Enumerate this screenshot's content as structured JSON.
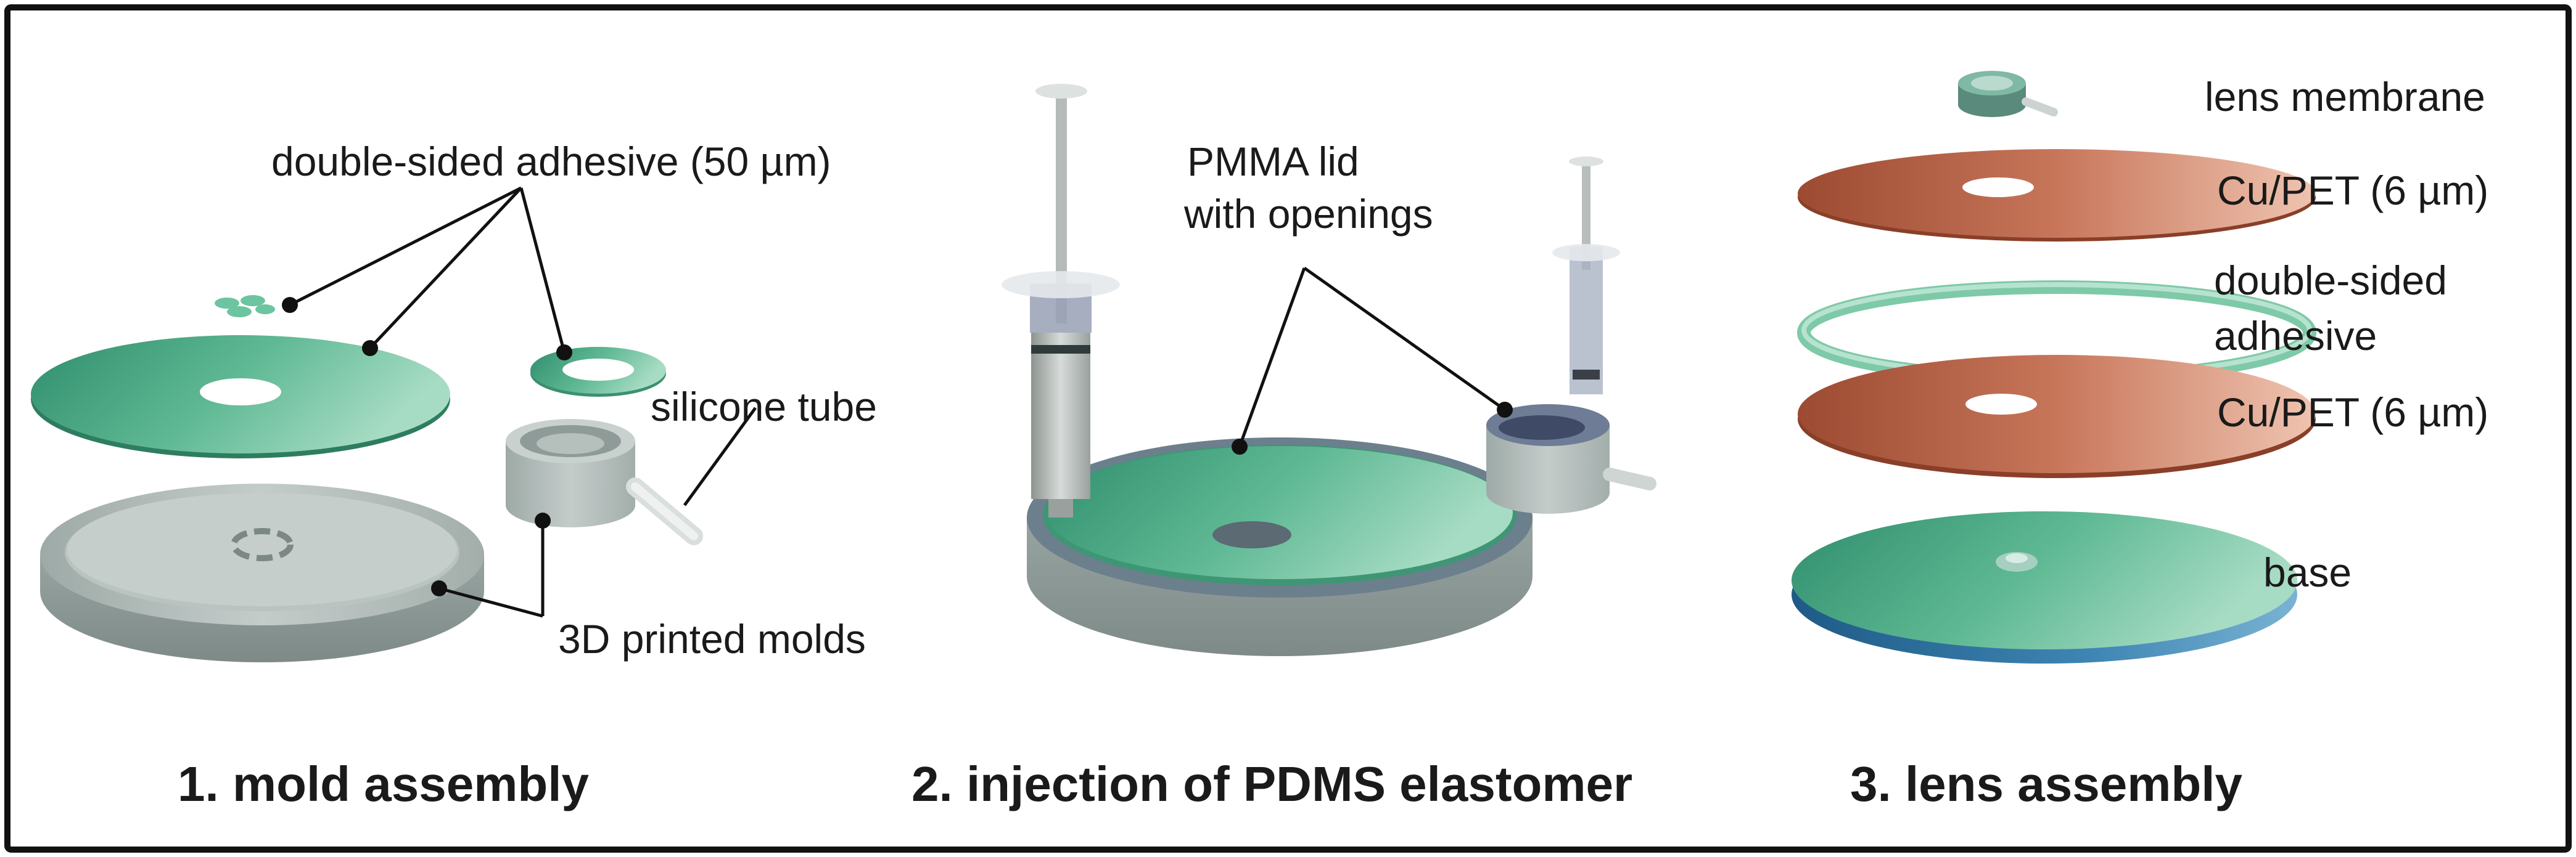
{
  "panel1": {
    "caption": "1. mold assembly",
    "labels": {
      "adhesive": "double-sided adhesive (50 µm)",
      "tube": "silicone tube",
      "molds": "3D printed molds"
    }
  },
  "panel2": {
    "caption": "2. injection of PDMS elastomer",
    "labels": {
      "lid_line1": "PMMA lid",
      "lid_line2": "with openings"
    }
  },
  "panel3": {
    "caption": "3. lens assembly",
    "labels": {
      "membrane": "lens membrane",
      "cupet_top": "Cu/PET (6 µm)",
      "adhesive_line1": "double-sided",
      "adhesive_line2": "adhesive",
      "cupet_bottom": "Cu/PET (6 µm)",
      "base": "base"
    }
  },
  "colors": {
    "frame": "#111111",
    "green": "#3e9a7a",
    "green_light": "#7fcfae",
    "gray": "#b6c0bd",
    "gray_dark": "#8a9694",
    "copper": "#b25a3e",
    "copper_light": "#e9b6a0",
    "blue_edge": "#2f6f9a"
  }
}
